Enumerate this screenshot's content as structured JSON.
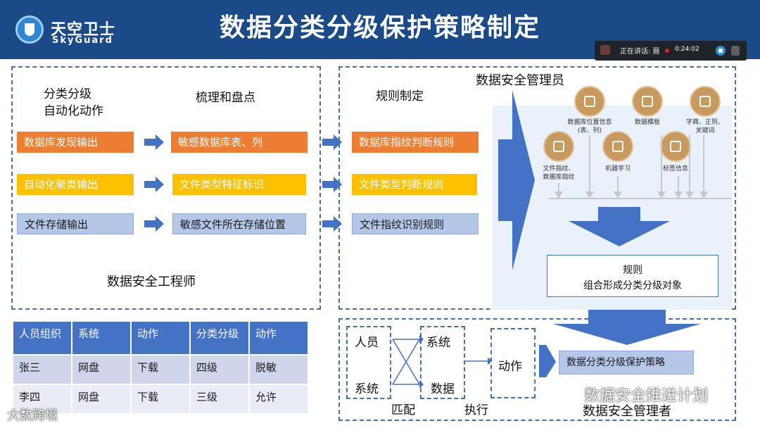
{
  "header": {
    "logo_cn": "天空卫士",
    "logo_en": "SkyGuard",
    "title": "数据分类分级保护策略制定"
  },
  "meeting_bar": {
    "speaking_label": "正在讲话: 聂",
    "elapsed": "0:24:02"
  },
  "left_panel": {
    "col1_title": "分类分级\n自动化动作",
    "col2_title": "梳理和盘点",
    "rows": [
      {
        "input": "数据库发现输出",
        "output": "敏感数据库表、列"
      },
      {
        "input": "自动化聚类输出",
        "output": "文件类型特征标识"
      },
      {
        "input": "文件存储输出",
        "output": "敏感文件所在存储位置"
      }
    ],
    "footer": "数据安全工程师"
  },
  "right_panel": {
    "col_title": "规则制定",
    "role_title": "数据安全管理员",
    "rules": [
      "数据库指纹判断规则",
      "文件类型判断规则",
      "文件指纹识别规则"
    ],
    "icons": [
      {
        "name": "database-location-icon",
        "label": "数据库位置信息\n(表、列)"
      },
      {
        "name": "data-template-icon",
        "label": "数据模板"
      },
      {
        "name": "dictionary-regex-icon",
        "label": "字典、正则、\n关键词"
      },
      {
        "name": "fingerprint-icon",
        "label": "文件指纹、\n数据库指纹"
      },
      {
        "name": "machine-learning-icon",
        "label": "机器学习"
      },
      {
        "name": "tag-icon",
        "label": "标签信息"
      }
    ],
    "result_line1": "规则",
    "result_line2": "组合形成分类分级对象"
  },
  "table": {
    "headers": [
      "人员组织",
      "系统",
      "动作",
      "分类分级",
      "动作"
    ],
    "rows": [
      [
        "张三",
        "网盘",
        "下载",
        "四级",
        "脱敏"
      ],
      [
        "李四",
        "网盘",
        "下载",
        "三级",
        "允许"
      ]
    ]
  },
  "bottom_flow": {
    "left_top": "人员",
    "left_bottom": "系统",
    "mid_top": "系统",
    "mid_bottom": "数据",
    "action": "动作",
    "policy": "数据分类分级保护策略",
    "match_label": "匹配",
    "exec_label": "执行",
    "footer": "数据安全管理者"
  },
  "watermarks": {
    "bottom_left": "大数跨境",
    "bottom_right": "数据安全推进计划"
  },
  "colors": {
    "header_bg": "#1a4b88",
    "orange": "#ed7d31",
    "yellow": "#ffc000",
    "light_blue": "#b4c7e7",
    "arrow_blue": "#4472c4"
  }
}
